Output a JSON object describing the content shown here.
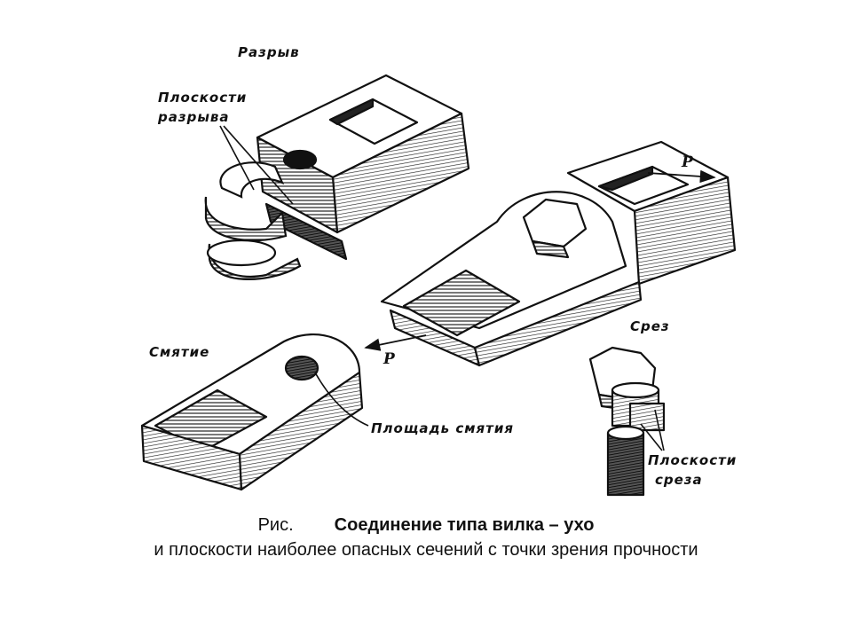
{
  "labels": {
    "rupture": "Разрыв",
    "rupture_planes_line1": "Плоскости",
    "rupture_planes_line2": "разрыва",
    "crushing": "Смятие",
    "crushing_area": "Площадь смятия",
    "shear": "Срез",
    "shear_planes_line1": "Плоскости",
    "shear_planes_line2": "среза",
    "force_right": "P",
    "force_left": "P"
  },
  "caption": {
    "prefix": "Рис.",
    "title": "Соединение типа вилка – ухо",
    "subtitle": "и плоскости наиболее опасных сечений с точки зрения прочности"
  }
}
